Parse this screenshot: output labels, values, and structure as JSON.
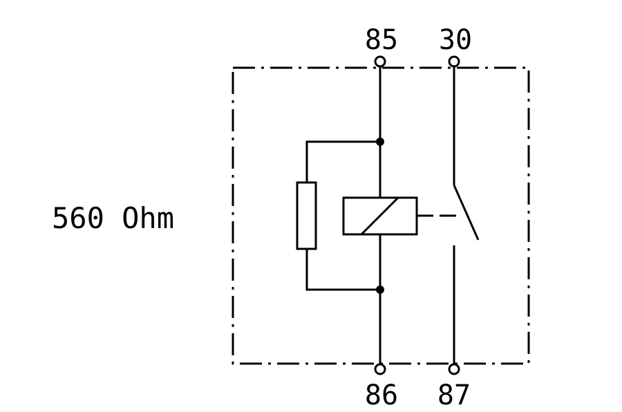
{
  "diagram": {
    "resistor_label": "560 Ohm",
    "pins": {
      "p85": "85",
      "p30": "30",
      "p86": "86",
      "p87": "87"
    }
  },
  "colors": {
    "line": "#000000",
    "background": "#ffffff"
  }
}
